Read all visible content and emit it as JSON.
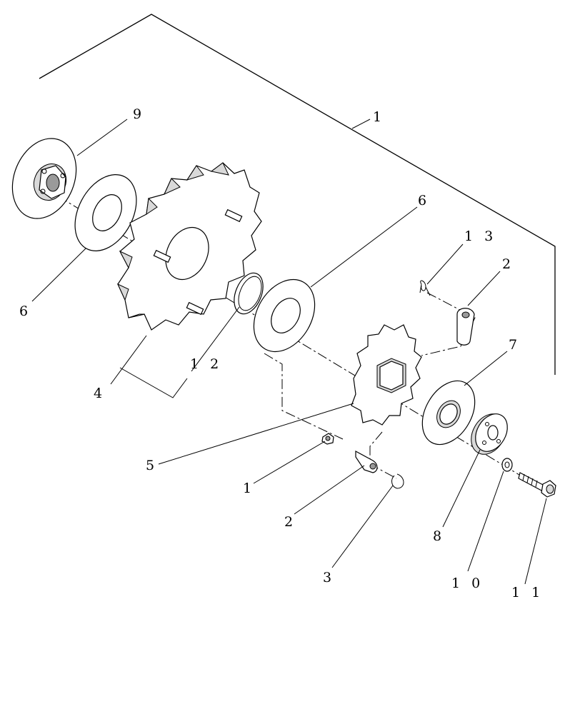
{
  "diagram": {
    "callouts": [
      {
        "id": "c1-top",
        "label": "1"
      },
      {
        "id": "c9",
        "label": "9"
      },
      {
        "id": "c6-left",
        "label": "6"
      },
      {
        "id": "c6-right",
        "label": "6"
      },
      {
        "id": "c13",
        "label": "1 3"
      },
      {
        "id": "c2-top",
        "label": "2"
      },
      {
        "id": "c7",
        "label": "7"
      },
      {
        "id": "c12",
        "label": "1 2"
      },
      {
        "id": "c4",
        "label": "4"
      },
      {
        "id": "c5",
        "label": "5"
      },
      {
        "id": "c1-bottom",
        "label": "1"
      },
      {
        "id": "c2-bottom",
        "label": "2"
      },
      {
        "id": "c3",
        "label": "3"
      },
      {
        "id": "c8",
        "label": "8"
      },
      {
        "id": "c10",
        "label": "1 0"
      },
      {
        "id": "c11",
        "label": "1 1"
      }
    ]
  }
}
